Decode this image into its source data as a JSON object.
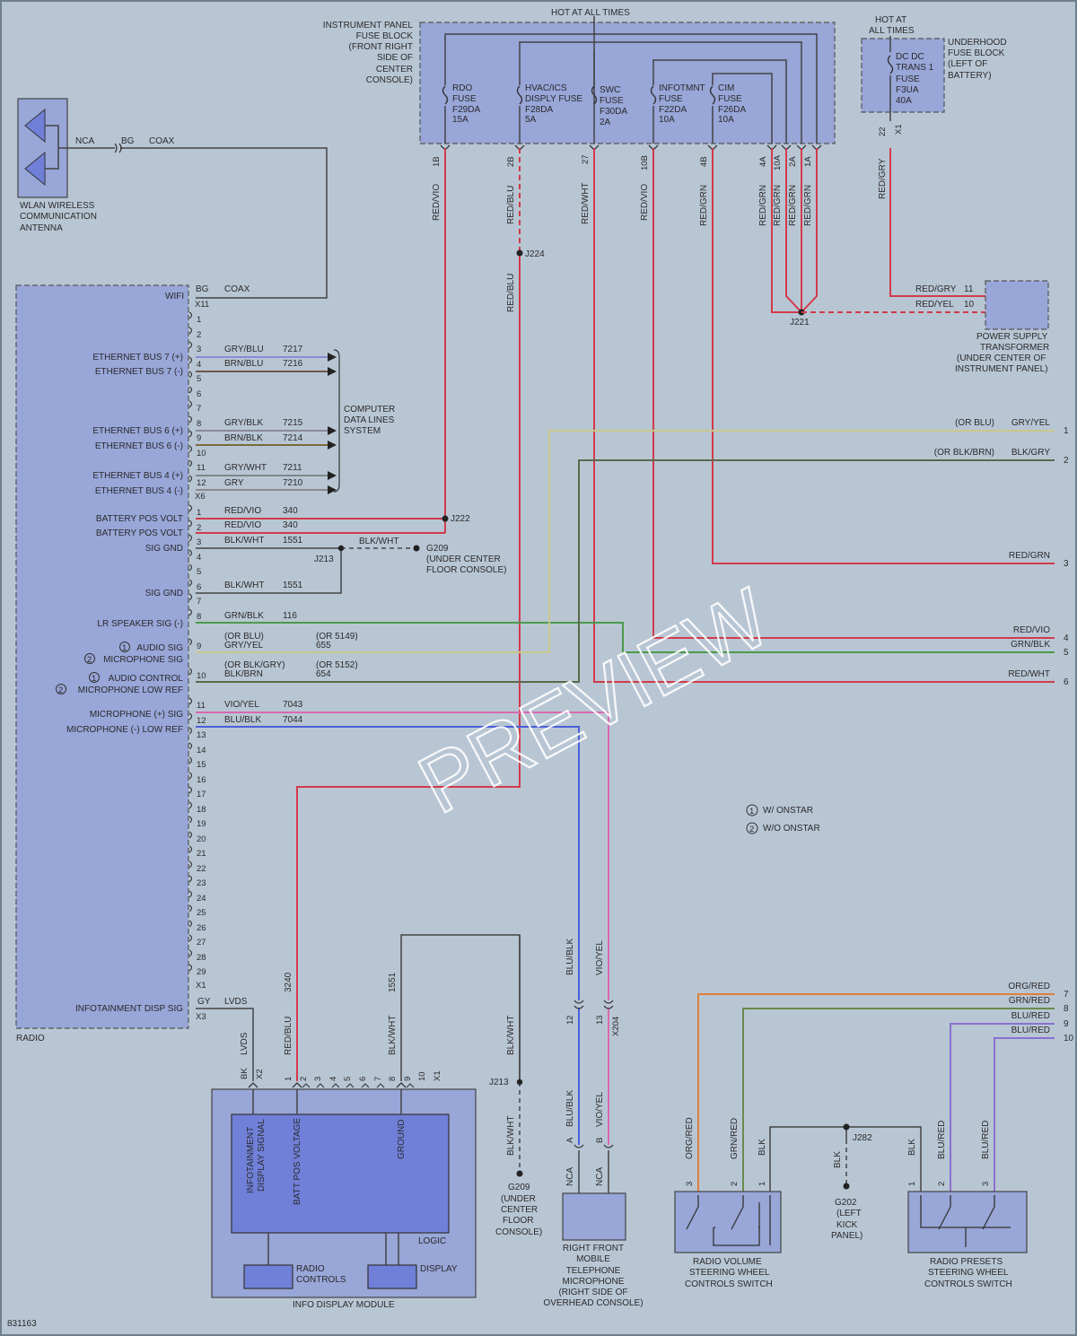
{
  "top": {
    "hot_at_all_times": "HOT AT ALL TIMES",
    "ip_fuse_block": [
      "INSTRUMENT PANEL",
      "FUSE BLOCK",
      "(FRONT RIGHT",
      "SIDE OF",
      "CENTER",
      "CONSOLE)"
    ],
    "fuses": [
      {
        "lines": [
          "RDO",
          "FUSE",
          "F29DA",
          "15A"
        ]
      },
      {
        "lines": [
          "HVAC/ICS",
          "DISPLY FUSE",
          "F28DA",
          "5A"
        ]
      },
      {
        "lines": [
          "SWC",
          "FUSE",
          "F30DA",
          "2A"
        ]
      },
      {
        "lines": [
          "INFOTMNT",
          "FUSE",
          "F22DA",
          "10A"
        ]
      },
      {
        "lines": [
          "CIM",
          "FUSE",
          "F26DA",
          "10A"
        ]
      }
    ],
    "fuse_pins": [
      "1B",
      "2B",
      "27",
      "10B",
      "4B",
      "4A",
      "10A",
      "2A",
      "1A"
    ],
    "fuse_wires": [
      "RED/VIO",
      "RED/BLU",
      "RED/WHT",
      "RED/VIO",
      "RED/GRN",
      "RED/GRN",
      "RED/GRN",
      "RED/GRN",
      "RED/GRN"
    ],
    "underhood_hot": [
      "HOT AT",
      "ALL TIMES"
    ],
    "underhood_fuse_block": [
      "UNDERHOOD",
      "FUSE BLOCK",
      "(LEFT OF",
      "BATTERY)"
    ],
    "dcdc_fuse": [
      "DC DC",
      "TRANS 1",
      "FUSE",
      "F3UA",
      "40A"
    ],
    "dcdc_pin": "22",
    "dcdc_conn": "X1",
    "dcdc_wire": "RED/GRY"
  },
  "antenna": {
    "label": [
      "WLAN WIRELESS",
      "COMMUNICATION",
      "ANTENNA"
    ],
    "nca": "NCA",
    "bg": "BG",
    "coax": "COAX"
  },
  "radio": {
    "name": "RADIO",
    "wifi": "WIFI",
    "wifi_bg": "BG",
    "wifi_coax": "COAX",
    "x11": "X11",
    "x6": "X6",
    "x1": "X1",
    "x3": "X3",
    "x11_pins": [
      "1",
      "2",
      "3",
      "4",
      "5",
      "6",
      "7",
      "8",
      "9",
      "10",
      "11",
      "12"
    ],
    "ethernet": [
      {
        "label": "ETHERNET BUS 7 (+)",
        "pin": "3",
        "color": "GRY/BLU",
        "circuit": "7217"
      },
      {
        "label": "ETHERNET BUS 7 (-)",
        "pin": "4",
        "color": "BRN/BLU",
        "circuit": "7216"
      },
      {
        "label": "ETHERNET BUS 6 (+)",
        "pin": "8",
        "color": "GRY/BLK",
        "circuit": "7215"
      },
      {
        "label": "ETHERNET BUS 6 (-)",
        "pin": "9",
        "color": "BRN/BLK",
        "circuit": "7214"
      },
      {
        "label": "ETHERNET BUS 4 (+)",
        "pin": "11",
        "color": "GRY/WHT",
        "circuit": "7211"
      },
      {
        "label": "ETHERNET BUS 4 (-)",
        "pin": "12",
        "color": "GRY",
        "circuit": "7210"
      }
    ],
    "computer_data_lines": [
      "COMPUTER",
      "DATA LINES",
      "SYSTEM"
    ],
    "x6_pins": [
      {
        "pin": "1",
        "label": "BATTERY POS VOLT",
        "color": "RED/VIO",
        "circuit": "340"
      },
      {
        "pin": "2",
        "label": "BATTERY POS VOLT",
        "color": "RED/VIO",
        "circuit": "340"
      },
      {
        "pin": "3",
        "label": "SIG GND",
        "color": "BLK/WHT",
        "circuit": "1551"
      },
      {
        "pin": "4",
        "label": "",
        "color": "",
        "circuit": ""
      },
      {
        "pin": "5",
        "label": "",
        "color": "",
        "circuit": ""
      },
      {
        "pin": "6",
        "label": "SIG GND",
        "color": "BLK/WHT",
        "circuit": "1551"
      },
      {
        "pin": "7",
        "label": "",
        "color": "",
        "circuit": ""
      },
      {
        "pin": "8",
        "label": "LR SPEAKER SIG (-)",
        "color": "GRN/BLK",
        "circuit": "116"
      }
    ],
    "pin9_labels": [
      "AUDIO SIG",
      "MICROPHONE SIG"
    ],
    "pin9_colors": [
      "(OR BLU)",
      "GRY/YEL"
    ],
    "pin9_circuits": [
      "(OR 5149)",
      "655"
    ],
    "pin10_labels": [
      "AUDIO CONTROL",
      "MICROPHONE LOW REF"
    ],
    "pin10_colors": [
      "(OR BLK/GRY)",
      "BLK/BRN"
    ],
    "pin10_circuits": [
      "(OR 5152)",
      "654"
    ],
    "pin9": "9",
    "pin10": "10",
    "pin11": {
      "pin": "11",
      "label": "MICROPHONE (+) SIG",
      "color": "VIO/YEL",
      "circuit": "7043"
    },
    "pin12": {
      "pin": "12",
      "label": "MICROPHONE (-) LOW REF",
      "color": "BLU/BLK",
      "circuit": "7044"
    },
    "x1_pins": [
      "13",
      "14",
      "15",
      "16",
      "17",
      "18",
      "19",
      "20",
      "21",
      "22",
      "23",
      "24",
      "25",
      "26",
      "27",
      "28",
      "29"
    ],
    "infotainment": {
      "label": "INFOTAINMENT DISP SIG",
      "color": "GY",
      "circuit": "LVDS"
    }
  },
  "splices": {
    "j224": "J224",
    "j221": "J221",
    "j222": "J222",
    "j213": "J213",
    "j213_wire": "BLK/WHT",
    "g209": [
      "G209",
      "(UNDER CENTER",
      "FLOOR CONSOLE)"
    ],
    "j282": "J282"
  },
  "psu": {
    "label": [
      "POWER SUPPLY",
      "TRANSFORMER",
      "(UNDER CENTER OF",
      "INSTRUMENT PANEL)"
    ],
    "pins": [
      {
        "pin": "11",
        "color": "RED/GRY"
      },
      {
        "pin": "10",
        "color": "RED/YEL"
      }
    ]
  },
  "right_pins": [
    {
      "num": "1",
      "color": "GRY/YEL",
      "alt": "(OR BLU)"
    },
    {
      "num": "2",
      "color": "BLK/GRY",
      "alt": "(OR BLK/BRN)"
    },
    {
      "num": "3",
      "color": "RED/GRN",
      "alt": ""
    },
    {
      "num": "4",
      "color": "RED/VIO",
      "alt": ""
    },
    {
      "num": "5",
      "color": "GRN/BLK",
      "alt": ""
    },
    {
      "num": "6",
      "color": "RED/WHT",
      "alt": ""
    },
    {
      "num": "7",
      "color": "ORG/RED",
      "alt": ""
    },
    {
      "num": "8",
      "color": "GRN/RED",
      "alt": ""
    },
    {
      "num": "9",
      "color": "BLU/RED",
      "alt": ""
    },
    {
      "num": "10",
      "color": "BLU/RED",
      "alt": ""
    }
  ],
  "legend": [
    {
      "mark": "1",
      "text": "W/ ONSTAR"
    },
    {
      "mark": "2",
      "text": "W/O ONSTAR"
    }
  ],
  "idm": {
    "name": "INFO DISPLAY MODULE",
    "pins": [
      "BK",
      "X2",
      "1",
      "2",
      "3",
      "4",
      "5",
      "6",
      "7",
      "8",
      "9",
      "10",
      "X1"
    ],
    "signals": [
      "INFOTAINMENT",
      "DISPLAY SIGNAL",
      "BATT POS VOLTAGE",
      "GROUND"
    ],
    "logic": "LOGIC",
    "radio_controls": [
      "RADIO",
      "CONTROLS"
    ],
    "display": "DISPLAY",
    "lvds": "LVDS",
    "wires": [
      {
        "color": "RED/BLU",
        "circuit": "3240"
      },
      {
        "color": "BLK/WHT",
        "circuit": "1551"
      }
    ]
  },
  "ground_g209": [
    "G209",
    "(UNDER",
    "CENTER",
    "FLOOR",
    "CONSOLE)"
  ],
  "j213_lower": {
    "splice": "J213",
    "wire_top": "BLK/WHT",
    "wire_bot": "BLK/WHT"
  },
  "mic": {
    "label": [
      "RIGHT FRONT",
      "MOBILE",
      "TELEPHONE",
      "MICROPHONE",
      "(RIGHT SIDE OF",
      "OVERHEAD CONSOLE)"
    ],
    "pins": [
      "12",
      "13"
    ],
    "conn": "X204",
    "wires": [
      "BLU/BLK",
      "VIO/YEL"
    ],
    "lower_pins": [
      "A",
      "B"
    ],
    "nca": [
      "NCA",
      "NCA"
    ]
  },
  "volume_switch": {
    "label": [
      "RADIO VOLUME",
      "STEERING WHEEL",
      "CONTROLS SWITCH"
    ],
    "pins": [
      "3",
      "2",
      "1"
    ],
    "wires": [
      "ORG/RED",
      "GRN/RED",
      "BLK"
    ]
  },
  "ground_g202": [
    "G202",
    "(LEFT",
    "KICK",
    "PANEL)"
  ],
  "g202_wire": "BLK",
  "presets_switch": {
    "label": [
      "RADIO PRESETS",
      "STEERING WHEEL",
      "CONTROLS SWITCH"
    ],
    "pins": [
      "1",
      "2",
      "3"
    ],
    "wires": [
      "BLK",
      "BLU/RED",
      "BLU/RED"
    ]
  },
  "watermark": "PREVIEW",
  "figure_id": "831163"
}
